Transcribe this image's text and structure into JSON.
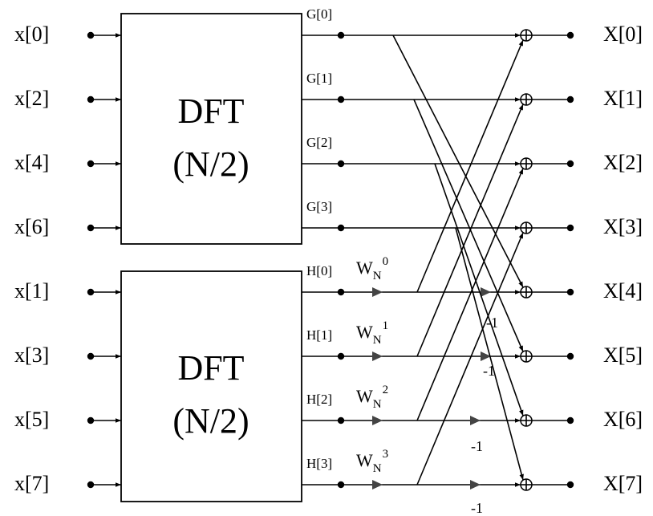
{
  "diagram": {
    "inputs_top": [
      "x[0]",
      "x[2]",
      "x[4]",
      "x[6]"
    ],
    "inputs_bottom": [
      "x[1]",
      "x[3]",
      "x[5]",
      "x[7]"
    ],
    "block_top": {
      "title": "DFT",
      "subtitle": "(N/2)"
    },
    "block_bottom": {
      "title": "DFT",
      "subtitle": "(N/2)"
    },
    "g_labels": [
      "G[0]",
      "G[1]",
      "G[2]",
      "G[3]"
    ],
    "h_labels": [
      "H[0]",
      "H[1]",
      "H[2]",
      "H[3]"
    ],
    "twiddles": [
      {
        "base": "W",
        "sub": "N",
        "exp": "0"
      },
      {
        "base": "W",
        "sub": "N",
        "exp": "1"
      },
      {
        "base": "W",
        "sub": "N",
        "exp": "2"
      },
      {
        "base": "W",
        "sub": "N",
        "exp": "3"
      }
    ],
    "negations": [
      "-1",
      "-1",
      "-1",
      "-1"
    ],
    "outputs": [
      "X[0]",
      "X[1]",
      "X[2]",
      "X[3]",
      "X[4]",
      "X[5]",
      "X[6]",
      "X[7]"
    ]
  }
}
